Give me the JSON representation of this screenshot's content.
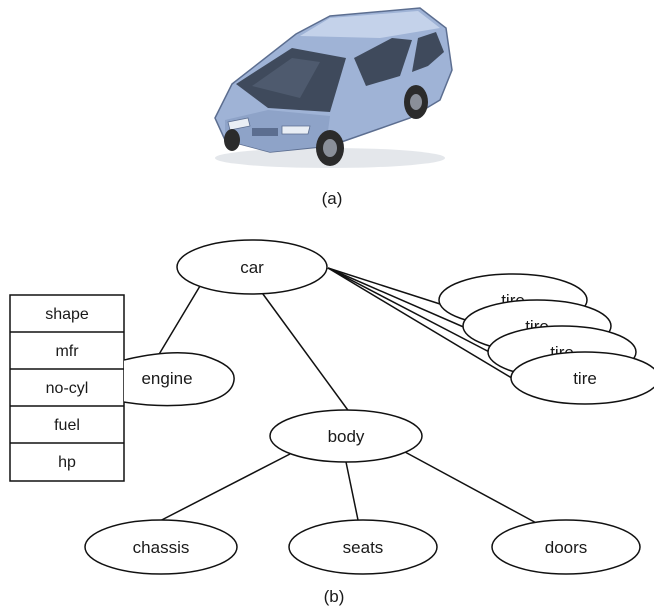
{
  "captions": {
    "a": "(a)",
    "b": "(b)"
  },
  "nodes": {
    "car": "car",
    "engine": "engine",
    "body": "body",
    "chassis": "chassis",
    "seats": "seats",
    "doors": "doors",
    "tire1": "tire",
    "tire2": "tire",
    "tire3": "tire",
    "tire4": "tire"
  },
  "attributes": [
    "shape",
    "mfr",
    "no-cyl",
    "fuel",
    "hp"
  ],
  "colors": {
    "car_body": "#9fb3d6",
    "car_shadow": "#6f84aa",
    "window": "#3f4a5c",
    "tire": "#2b2b2b",
    "stroke": "#111111"
  }
}
